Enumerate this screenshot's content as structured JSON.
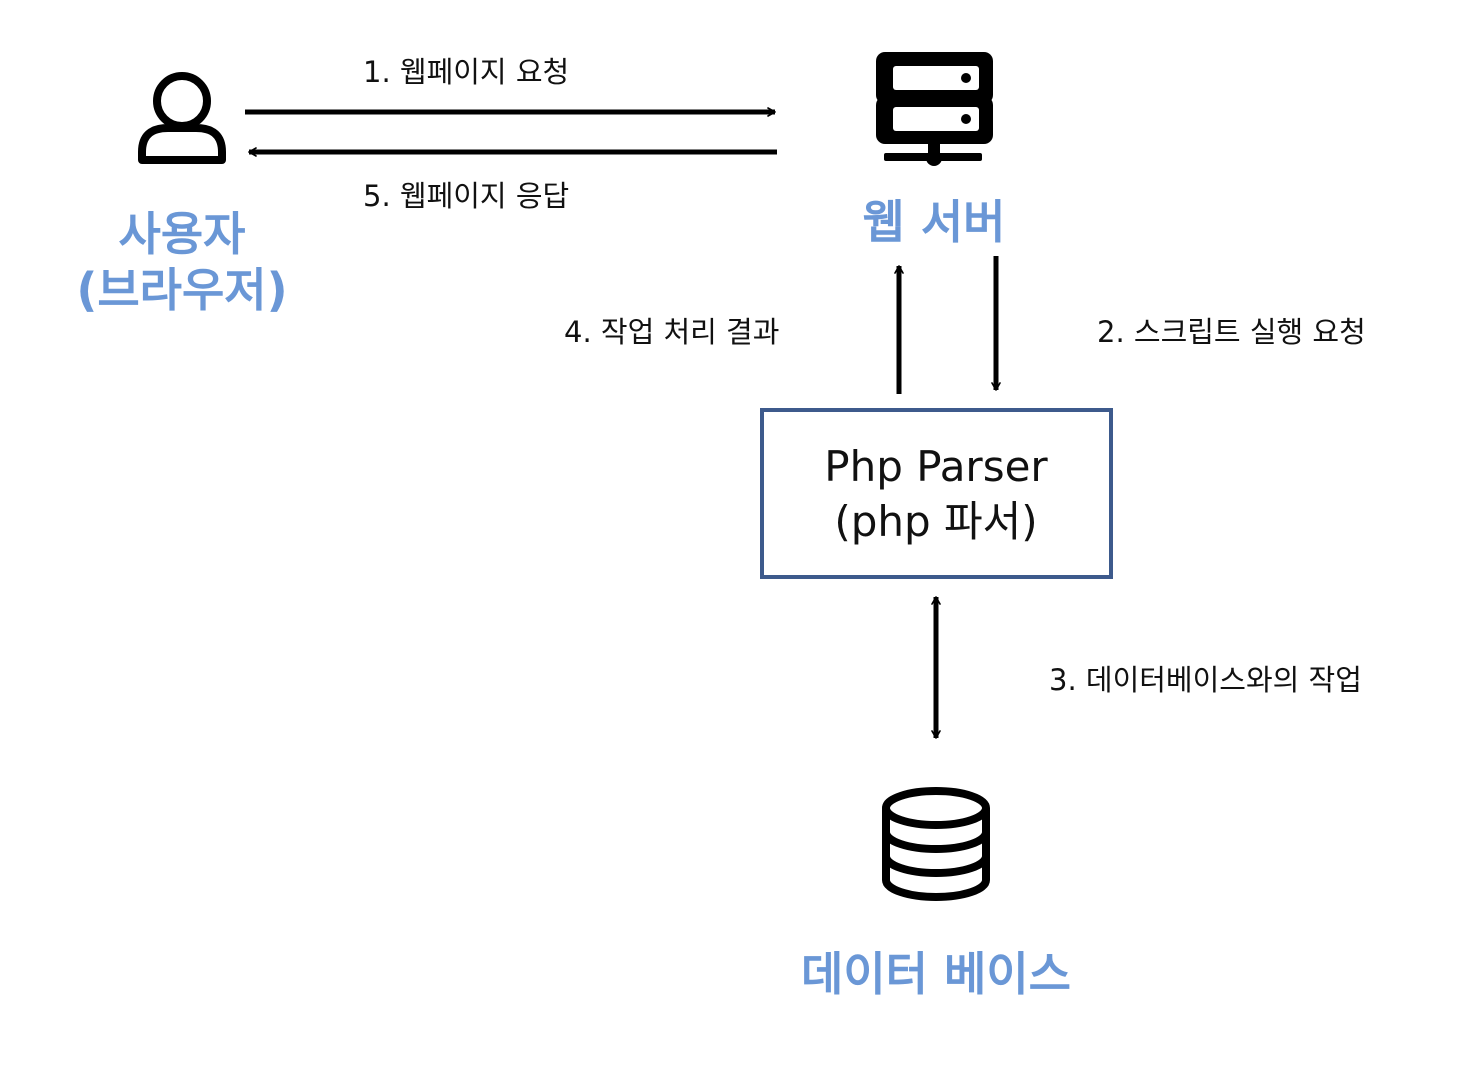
{
  "colors": {
    "node_label": "#6a97d6",
    "parser_border": "#3d5a8c",
    "icon": "#000000",
    "arrow": "#000000"
  },
  "nodes": {
    "user": {
      "icon": "user-icon",
      "label_line1": "사용자",
      "label_line2": "(브라우저)"
    },
    "web_server": {
      "icon": "server-icon",
      "label": "웹 서버"
    },
    "parser": {
      "line1": "Php Parser",
      "line2": "(php 파서)"
    },
    "database": {
      "icon": "database-icon",
      "label": "데이터 베이스"
    }
  },
  "edges": {
    "request_page": "1. 웹페이지 요청",
    "run_script": "2. 스크립트 실행 요청",
    "db_work": "3. 데이터베이스와의 작업",
    "work_result": "4. 작업 처리 결과",
    "response_page": "5. 웹페이지 응답"
  }
}
